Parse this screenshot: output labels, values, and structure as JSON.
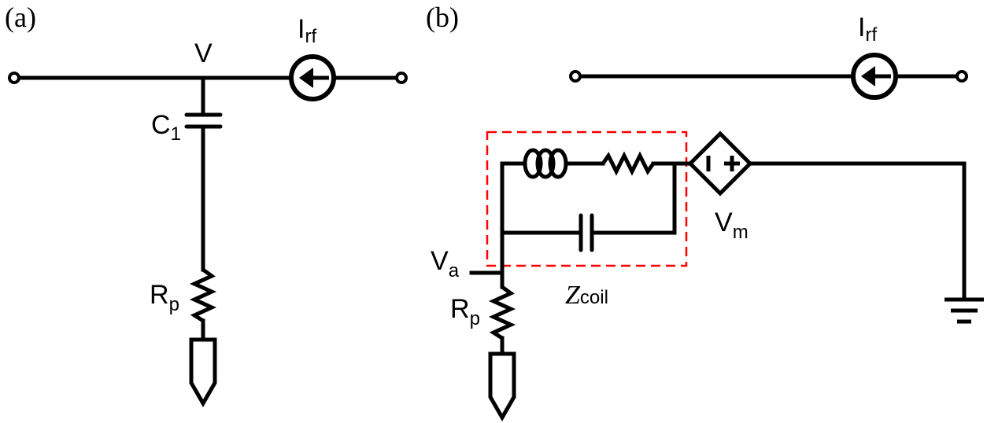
{
  "panels": {
    "a": {
      "tag": "(a)",
      "node_label": "V",
      "source": {
        "main": "I",
        "sub": "rf"
      },
      "capacitor": {
        "main": "C",
        "sub": "1"
      },
      "resistor": {
        "main": "R",
        "sub": "p"
      }
    },
    "b": {
      "tag": "(b)",
      "source": {
        "main": "I",
        "sub": "rf"
      },
      "node_va": {
        "main": "V",
        "sub": "a"
      },
      "resistor": {
        "main": "R",
        "sub": "p"
      },
      "coil": {
        "main": "Z",
        "sub": "coil"
      },
      "dependent_source": {
        "main": "V",
        "sub": "m"
      }
    }
  },
  "colors": {
    "wire": "#000000",
    "coil_box": "#ff0000"
  }
}
